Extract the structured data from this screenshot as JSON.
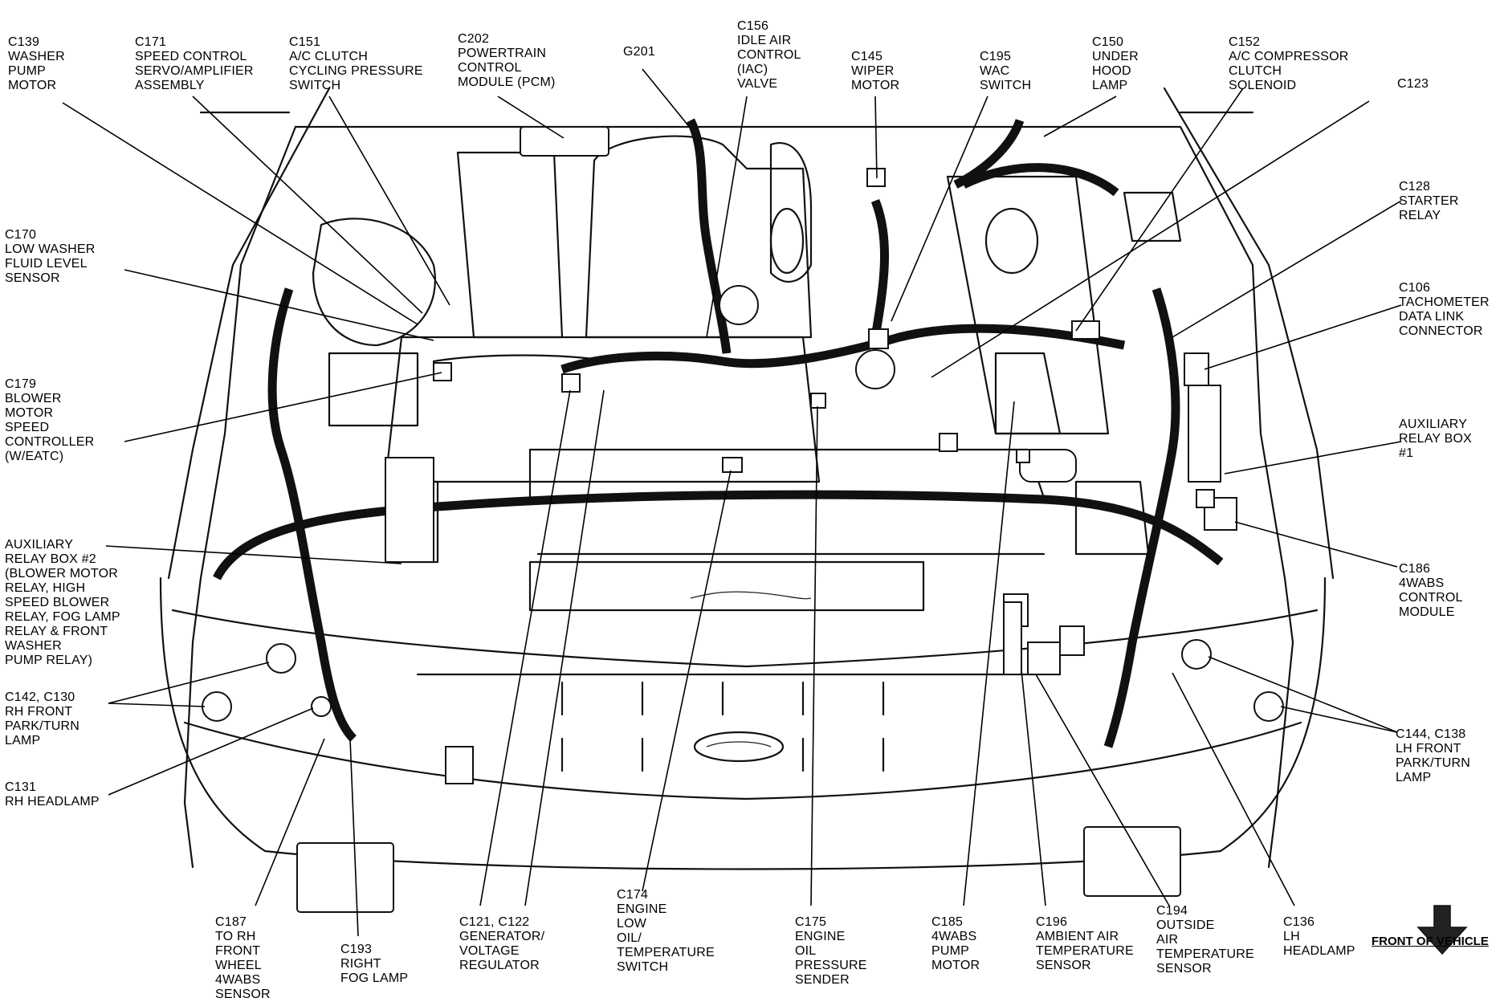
{
  "labels": [
    {
      "id": "c139",
      "text": "C139\nWASHER\nPUMP\nMOTOR"
    },
    {
      "id": "c171",
      "text": "C171\nSPEED CONTROL\nSERVO/AMPLIFIER\nASSEMBLY"
    },
    {
      "id": "c151",
      "text": "C151\nA/C CLUTCH\nCYCLING PRESSURE\nSWITCH"
    },
    {
      "id": "c202",
      "text": "C202\nPOWERTRAIN\nCONTROL\nMODULE (PCM)"
    },
    {
      "id": "g201",
      "text": "G201"
    },
    {
      "id": "c156",
      "text": "C156\nIDLE AIR\nCONTROL\n(IAC)\nVALVE"
    },
    {
      "id": "c145",
      "text": "C145\nWIPER\nMOTOR"
    },
    {
      "id": "c195",
      "text": "C195\nWAC\nSWITCH"
    },
    {
      "id": "c150",
      "text": "C150\nUNDER\nHOOD\nLAMP"
    },
    {
      "id": "c152",
      "text": "C152\nA/C COMPRESSOR\nCLUTCH\nSOLENOID"
    },
    {
      "id": "c123",
      "text": "C123"
    },
    {
      "id": "c128",
      "text": "C128\nSTARTER\nRELAY"
    },
    {
      "id": "c170",
      "text": "C170\nLOW WASHER\nFLUID LEVEL\nSENSOR"
    },
    {
      "id": "c106",
      "text": "C106\nTACHOMETER\nDATA LINK\nCONNECTOR"
    },
    {
      "id": "c179",
      "text": "C179\nBLOWER\nMOTOR\nSPEED\nCONTROLLER\n(W/EATC)"
    },
    {
      "id": "auxbox1",
      "text": "AUXILIARY\nRELAY BOX\n#1"
    },
    {
      "id": "auxbox2",
      "text": "AUXILIARY\nRELAY BOX #2\n(BLOWER MOTOR\nRELAY, HIGH\nSPEED BLOWER\nRELAY, FOG LAMP\nRELAY & FRONT\nWASHER\nPUMP RELAY)"
    },
    {
      "id": "c186",
      "text": "C186\n4WABS\nCONTROL\nMODULE"
    },
    {
      "id": "c142",
      "text": "C142, C130\nRH FRONT\nPARK/TURN\nLAMP"
    },
    {
      "id": "c144",
      "text": "C144, C138\nLH FRONT\nPARK/TURN\nLAMP"
    },
    {
      "id": "c131",
      "text": "C131\nRH HEADLAMP"
    },
    {
      "id": "c187",
      "text": "C187\nTO RH\nFRONT\nWHEEL\n4WABS\nSENSOR"
    },
    {
      "id": "c193",
      "text": "C193\nRIGHT\nFOG LAMP"
    },
    {
      "id": "c121",
      "text": "C121, C122\nGENERATOR/\nVOLTAGE\nREGULATOR"
    },
    {
      "id": "c174",
      "text": "C174\nENGINE\nLOW\nOIL/\nTEMPERATURE\nSWITCH"
    },
    {
      "id": "c175",
      "text": "C175\nENGINE\nOIL\nPRESSURE\nSENDER"
    },
    {
      "id": "c185",
      "text": "C185\n4WABS\nPUMP\nMOTOR"
    },
    {
      "id": "c196",
      "text": "C196\nAMBIENT AIR\nTEMPERATURE\nSENSOR"
    },
    {
      "id": "c194",
      "text": "C194\nOUTSIDE\nAIR\nTEMPERATURE\nSENSOR"
    },
    {
      "id": "c136",
      "text": "C136\nLH\nHEADLAMP"
    }
  ],
  "front_of_vehicle": "FRONT OF VEHICLE"
}
